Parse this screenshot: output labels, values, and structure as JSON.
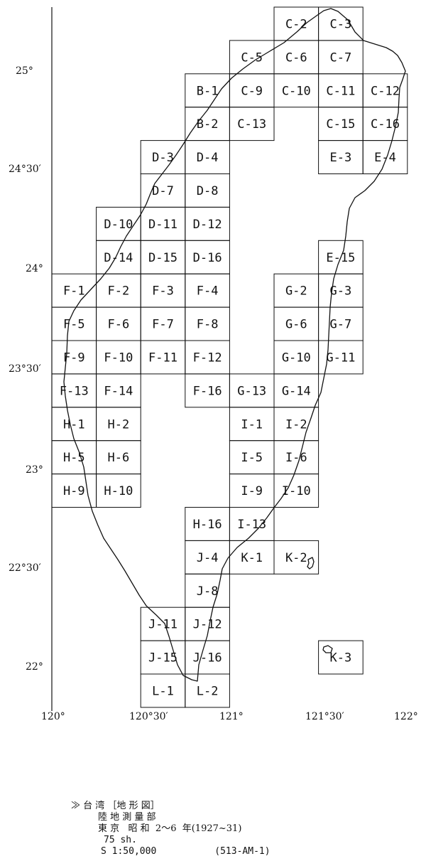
{
  "map": {
    "x_ticks": [
      "120°",
      "120°30′",
      "121°",
      "121°30′",
      "122°"
    ],
    "y_ticks": [
      "25°",
      "24°30′",
      "24°",
      "23°30′",
      "23°",
      "22°30′",
      "22°"
    ],
    "sheets": [
      {
        "id": "C-2",
        "c": 5,
        "r": 0
      },
      {
        "id": "C-3",
        "c": 6,
        "r": 0
      },
      {
        "id": "C-5",
        "c": 4,
        "r": 1
      },
      {
        "id": "C-6",
        "c": 5,
        "r": 1
      },
      {
        "id": "C-7",
        "c": 6,
        "r": 1
      },
      {
        "id": "B-1",
        "c": 3,
        "r": 2
      },
      {
        "id": "C-9",
        "c": 4,
        "r": 2
      },
      {
        "id": "C-10",
        "c": 5,
        "r": 2
      },
      {
        "id": "C-11",
        "c": 6,
        "r": 2
      },
      {
        "id": "C-12",
        "c": 7,
        "r": 2
      },
      {
        "id": "B-2",
        "c": 3,
        "r": 3
      },
      {
        "id": "C-13",
        "c": 4,
        "r": 3
      },
      {
        "id": "C-15",
        "c": 6,
        "r": 3
      },
      {
        "id": "C-16",
        "c": 7,
        "r": 3
      },
      {
        "id": "D-3",
        "c": 2,
        "r": 4
      },
      {
        "id": "D-4",
        "c": 3,
        "r": 4
      },
      {
        "id": "E-3",
        "c": 6,
        "r": 4
      },
      {
        "id": "E-4",
        "c": 7,
        "r": 4
      },
      {
        "id": "D-7",
        "c": 2,
        "r": 5
      },
      {
        "id": "D-8",
        "c": 3,
        "r": 5
      },
      {
        "id": "D-10",
        "c": 1,
        "r": 6
      },
      {
        "id": "D-11",
        "c": 2,
        "r": 6
      },
      {
        "id": "D-12",
        "c": 3,
        "r": 6
      },
      {
        "id": "D-14",
        "c": 1,
        "r": 7
      },
      {
        "id": "D-15",
        "c": 2,
        "r": 7
      },
      {
        "id": "D-16",
        "c": 3,
        "r": 7
      },
      {
        "id": "E-15",
        "c": 6,
        "r": 7
      },
      {
        "id": "F-1",
        "c": 0,
        "r": 8
      },
      {
        "id": "F-2",
        "c": 1,
        "r": 8
      },
      {
        "id": "F-3",
        "c": 2,
        "r": 8
      },
      {
        "id": "F-4",
        "c": 3,
        "r": 8
      },
      {
        "id": "G-2",
        "c": 5,
        "r": 8
      },
      {
        "id": "G-3",
        "c": 6,
        "r": 8
      },
      {
        "id": "F-5",
        "c": 0,
        "r": 9
      },
      {
        "id": "F-6",
        "c": 1,
        "r": 9
      },
      {
        "id": "F-7",
        "c": 2,
        "r": 9
      },
      {
        "id": "F-8",
        "c": 3,
        "r": 9
      },
      {
        "id": "G-6",
        "c": 5,
        "r": 9
      },
      {
        "id": "G-7",
        "c": 6,
        "r": 9
      },
      {
        "id": "F-9",
        "c": 0,
        "r": 10
      },
      {
        "id": "F-10",
        "c": 1,
        "r": 10
      },
      {
        "id": "F-11",
        "c": 2,
        "r": 10
      },
      {
        "id": "F-12",
        "c": 3,
        "r": 10
      },
      {
        "id": "G-10",
        "c": 5,
        "r": 10
      },
      {
        "id": "G-11",
        "c": 6,
        "r": 10
      },
      {
        "id": "F-13",
        "c": 0,
        "r": 11
      },
      {
        "id": "F-14",
        "c": 1,
        "r": 11
      },
      {
        "id": "F-16",
        "c": 3,
        "r": 11
      },
      {
        "id": "G-13",
        "c": 4,
        "r": 11
      },
      {
        "id": "G-14",
        "c": 5,
        "r": 11
      },
      {
        "id": "H-1",
        "c": 0,
        "r": 12
      },
      {
        "id": "H-2",
        "c": 1,
        "r": 12
      },
      {
        "id": "I-1",
        "c": 4,
        "r": 12
      },
      {
        "id": "I-2",
        "c": 5,
        "r": 12
      },
      {
        "id": "H-5",
        "c": 0,
        "r": 13
      },
      {
        "id": "H-6",
        "c": 1,
        "r": 13
      },
      {
        "id": "I-5",
        "c": 4,
        "r": 13
      },
      {
        "id": "I-6",
        "c": 5,
        "r": 13
      },
      {
        "id": "H-9",
        "c": 0,
        "r": 14
      },
      {
        "id": "H-10",
        "c": 1,
        "r": 14
      },
      {
        "id": "I-9",
        "c": 4,
        "r": 14
      },
      {
        "id": "I-10",
        "c": 5,
        "r": 14
      },
      {
        "id": "H-16",
        "c": 3,
        "r": 15
      },
      {
        "id": "I-13",
        "c": 4,
        "r": 15
      },
      {
        "id": "J-4",
        "c": 3,
        "r": 16
      },
      {
        "id": "K-1",
        "c": 4,
        "r": 16
      },
      {
        "id": "K-2",
        "c": 5,
        "r": 16
      },
      {
        "id": "J-8",
        "c": 3,
        "r": 17
      },
      {
        "id": "J-11",
        "c": 2,
        "r": 18
      },
      {
        "id": "J-12",
        "c": 3,
        "r": 18
      },
      {
        "id": "J-15",
        "c": 2,
        "r": 19
      },
      {
        "id": "J-16",
        "c": 3,
        "r": 19
      },
      {
        "id": "K-3",
        "c": 6,
        "r": 19
      },
      {
        "id": "L-1",
        "c": 2,
        "r": 20
      },
      {
        "id": "L-2",
        "c": 3,
        "r": 20
      }
    ]
  },
  "caption": {
    "marker": "≫",
    "region": "台 湾",
    "series": "［地 形 図］",
    "agency": "陸 地 測 量 部",
    "publication": "東 京   昭 和  2～6  年(1927~31)",
    "sheet_count": "75 sh.",
    "scale": "S 1:50,000",
    "catalog_number": "(513-AM-1)"
  }
}
